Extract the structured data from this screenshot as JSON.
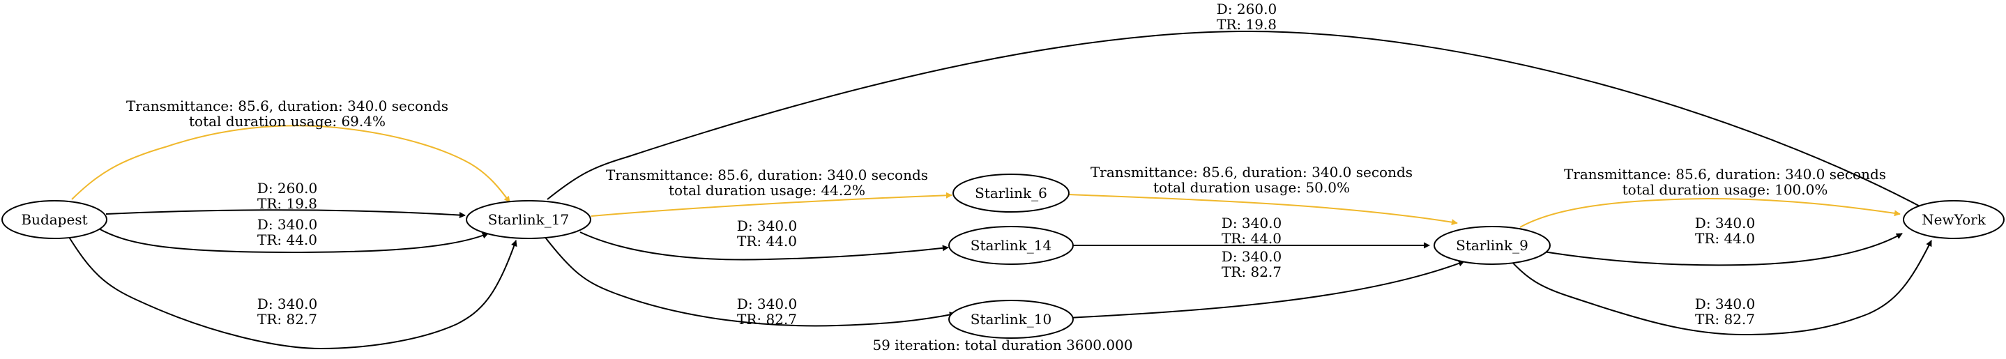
{
  "colors": {
    "highlight": "#f0b82c",
    "normal": "#000000",
    "background": "#ffffff"
  },
  "nodes": {
    "budapest": "Budapest",
    "starlink_17": "Starlink_17",
    "starlink_6": "Starlink_6",
    "starlink_14": "Starlink_14",
    "starlink_10": "Starlink_10",
    "starlink_9": "Starlink_9",
    "newyork": "NewYork"
  },
  "edges": {
    "budapest_s17_hl": {
      "line1": "Transmittance: 85.6, duration: 340.0 seconds",
      "line2": "total duration usage: 69.4%"
    },
    "budapest_s17_a": {
      "line1": "D: 260.0",
      "line2": "TR: 19.8"
    },
    "budapest_s17_b": {
      "line1": "D: 340.0",
      "line2": "TR: 44.0"
    },
    "budapest_s17_c": {
      "line1": "D: 340.0",
      "line2": "TR: 82.7"
    },
    "s17_newyork": {
      "line1": "D: 260.0",
      "line2": "TR: 19.8"
    },
    "s17_s6_hl": {
      "line1": "Transmittance: 85.6, duration: 340.0 seconds",
      "line2": "total duration usage: 44.2%"
    },
    "s17_s14": {
      "line1": "D: 340.0",
      "line2": "TR: 44.0"
    },
    "s17_s10": {
      "line1": "D: 340.0",
      "line2": "TR: 82.7"
    },
    "s6_s9_hl": {
      "line1": "Transmittance: 85.6, duration: 340.0 seconds",
      "line2": "total duration usage: 50.0%"
    },
    "s14_s9": {
      "line1": "D: 340.0",
      "line2": "TR: 44.0"
    },
    "s10_s9": {
      "line1": "D: 340.0",
      "line2": "TR: 82.7"
    },
    "s9_newyork_hl": {
      "line1": "Transmittance: 85.6, duration: 340.0 seconds",
      "line2": "total duration usage: 100.0%"
    },
    "s9_newyork_a": {
      "line1": "D: 340.0",
      "line2": "TR: 44.0"
    },
    "s9_newyork_b": {
      "line1": "D: 340.0",
      "line2": "TR: 82.7"
    }
  },
  "footer": "59 iteration: total duration 3600.000"
}
